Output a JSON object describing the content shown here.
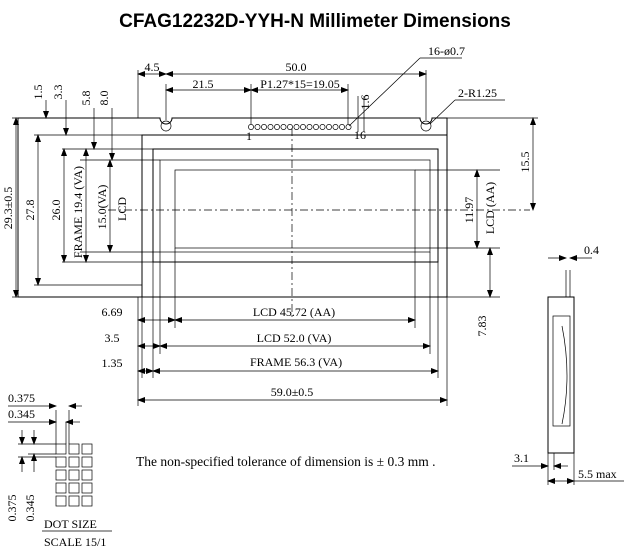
{
  "title": "CFAG12232D-YYH-N Millimeter Dimensions",
  "top_dims": {
    "d4_5": "4.5",
    "d50": "50.0",
    "d21_5": "21.5",
    "pitch": "P1.27*15=19.05",
    "pins": "16-ø0.7",
    "d1_6": "1.6",
    "radius": "2-R1.25",
    "pin1": "1",
    "pin16": "16"
  },
  "left_dims": {
    "d1_5": "1.5",
    "d3_3": "3.3",
    "d5_8": "5.8",
    "d8_0": "8.0",
    "d29_3": "29.3±0.5",
    "d27_8": "27.8",
    "d26_0": "26.0",
    "frame_va": "FRAME 19.4 (VA)",
    "va_15": "15.0(VA)",
    "lcd_side": "LCD"
  },
  "right_dims": {
    "d15_5": "15.5",
    "d11_97": "11.97",
    "lcd_aa": "LCD (AA)",
    "d7_83": "7.83"
  },
  "bottom_dims": {
    "d6_69": "6.69",
    "lcd_aa_width": "LCD  45.72 (AA)",
    "d3_5": "3.5",
    "lcd_va_width": "LCD  52.0 (VA)",
    "d1_35": "1.35",
    "frame_va_width": "FRAME 56.3 (VA)",
    "overall_width": "59.0±0.5"
  },
  "side_view": {
    "d0_4": "0.4",
    "d3_1": "3.1",
    "d5_5max": "5.5 max"
  },
  "dot_detail": {
    "w1": "0.375",
    "w2": "0.345",
    "h1": "0.375",
    "h2": "0.345",
    "size_label": "DOT SIZE",
    "scale_label": "SCALE 15/1"
  },
  "tolerance_note": "The non-specified tolerance of dimension is ± 0.3 mm ."
}
